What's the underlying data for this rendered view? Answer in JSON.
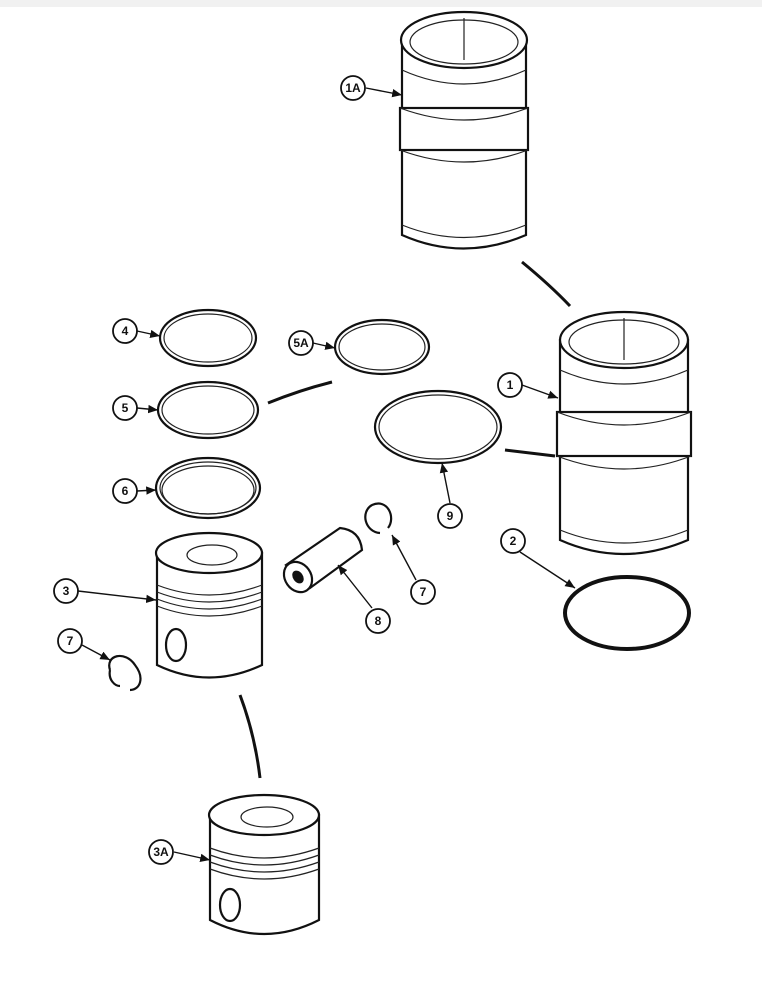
{
  "diagram": {
    "title": "Cylinder liner and piston parts",
    "callouts": {
      "liner_alt": "1A",
      "liner": "1",
      "liner_seal": "2",
      "piston": "3",
      "piston_alt": "3A",
      "top_ring": "4",
      "second_ring": "5",
      "second_ring_alt": "5A",
      "oil_ring": "6",
      "retainer_right": "7",
      "retainer_left": "7",
      "piston_pin": "8",
      "liner_o_ring": "9"
    }
  }
}
